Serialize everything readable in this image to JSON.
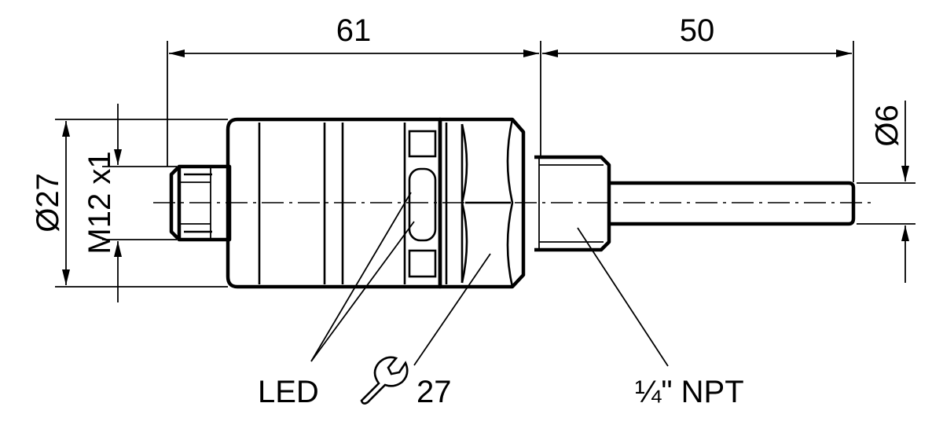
{
  "dimensions": {
    "length_body": "61",
    "length_probe": "50",
    "diameter_body": "Ø27",
    "thread_connector": "M12 x1",
    "diameter_probe": "Ø6"
  },
  "callouts": {
    "led": "LED",
    "wrench_size": "27",
    "process_thread": "¼\" NPT"
  },
  "icons": {
    "wrench": "wrench-icon"
  }
}
